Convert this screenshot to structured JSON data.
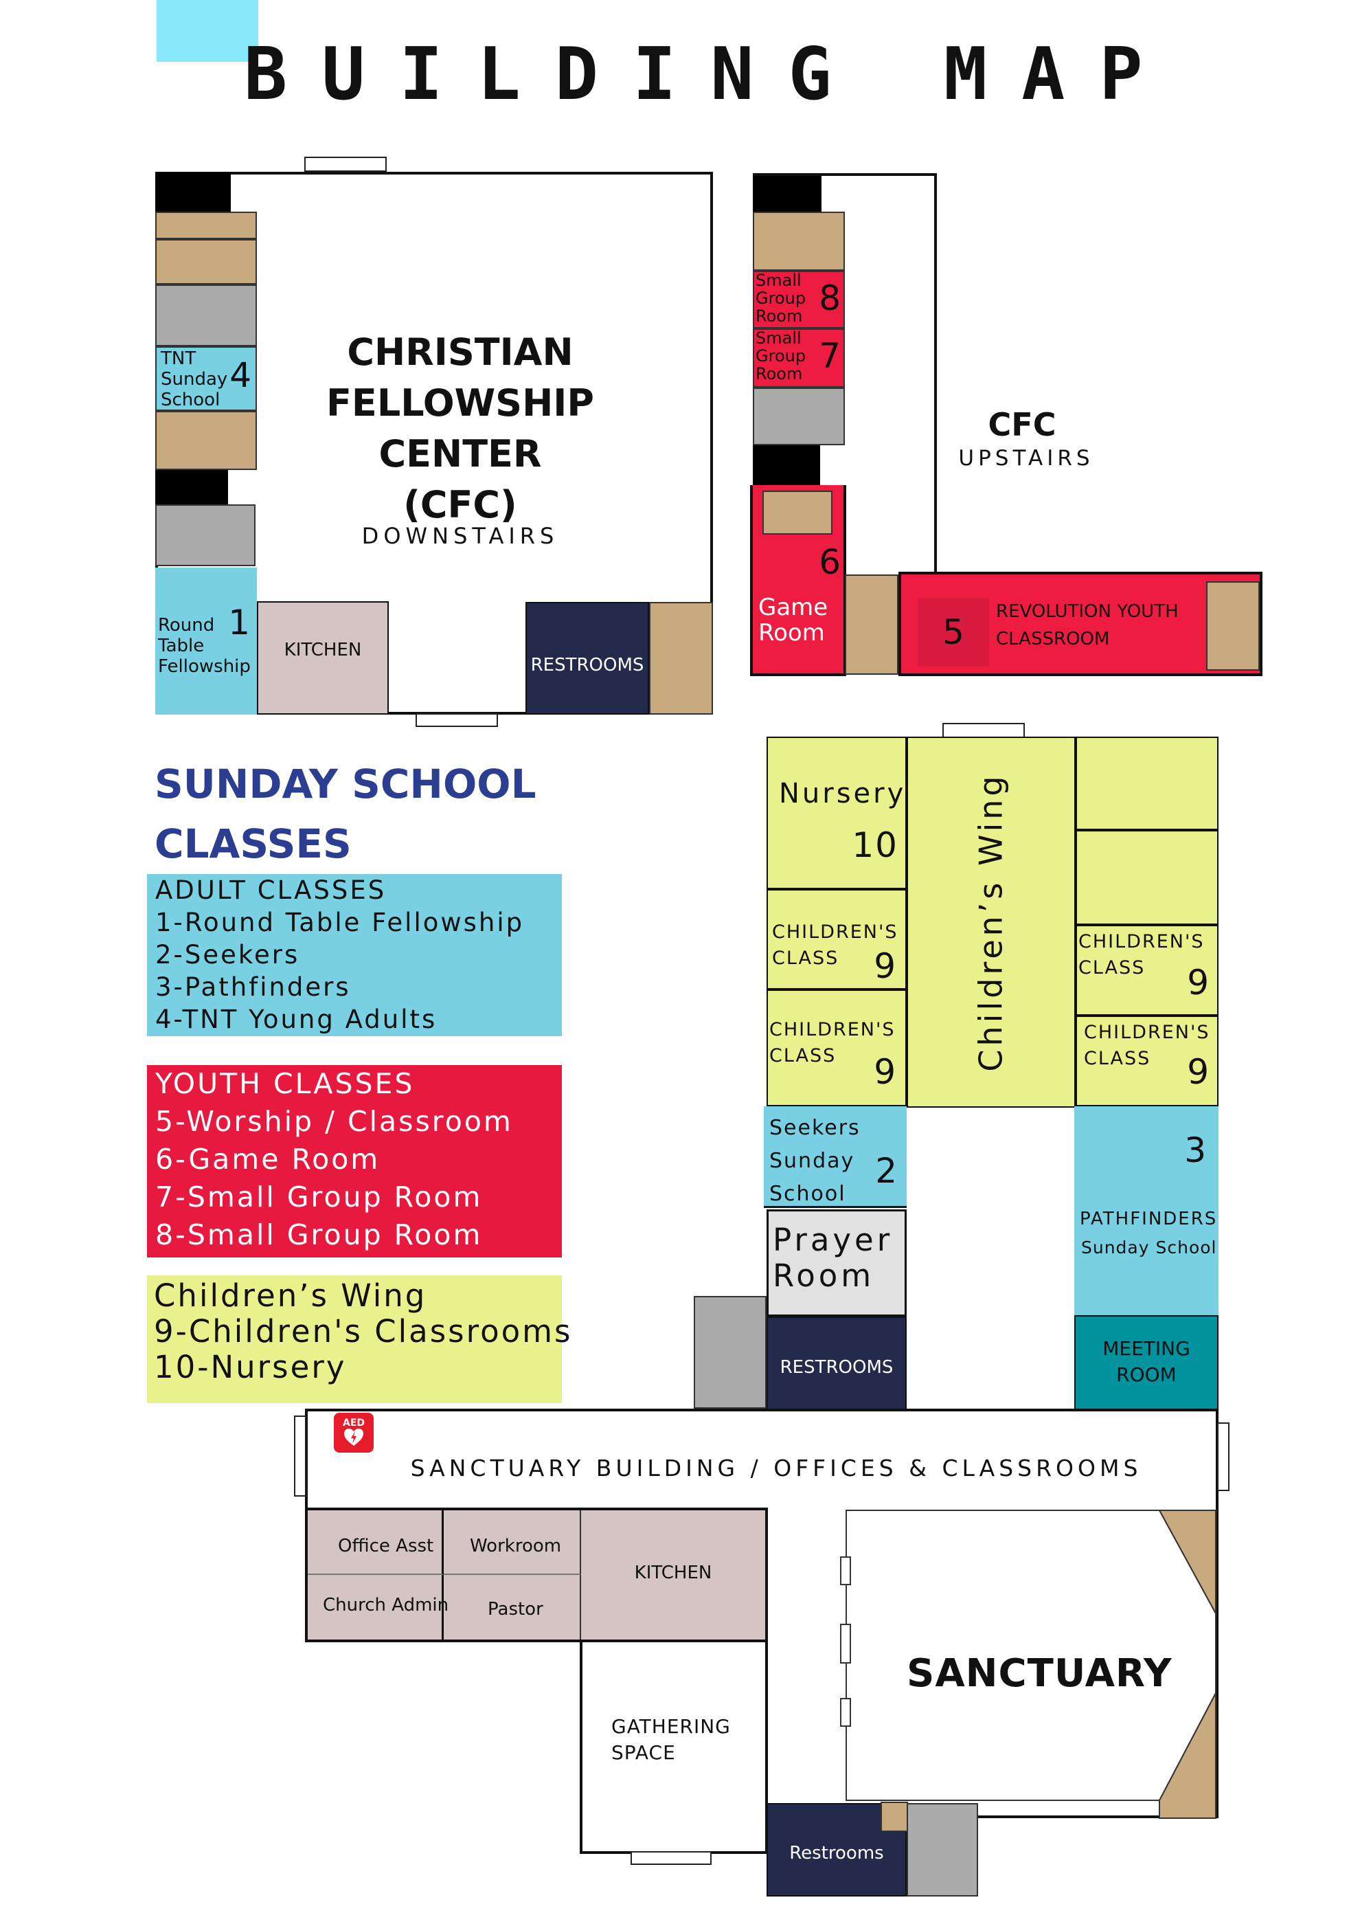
{
  "title": "BUILDING MAP",
  "colors": {
    "adult": "#79d0e2",
    "youth": "#ed1c40",
    "children": "#e7f28c",
    "tan": "#c9a97e",
    "gray": "#aaaaaa",
    "office": "#d4c4c4",
    "restroom": "#232a4c",
    "meeting": "#00939e",
    "heading": "#2c3e91",
    "title_accent": "#87e8fa"
  },
  "cfc": {
    "line1": "CHRISTIAN",
    "line2": "FELLOWSHIP",
    "line3": "CENTER",
    "line4": "(CFC)",
    "downstairs": "DOWNSTAIRS",
    "tnt_l1": "TNT",
    "tnt_l2": "Sunday",
    "tnt_l3": "School",
    "tnt_num": "4",
    "rt_l1": "Round",
    "rt_l2": "Table",
    "rt_l3": "Fellowship",
    "rt_num": "1",
    "kitchen": "KITCHEN",
    "restrooms": "RESTROOMS"
  },
  "upstairs": {
    "cfc": "CFC",
    "label": "UPSTAIRS",
    "sg8_l1": "Small",
    "sg8_l2": "Group",
    "sg8_l3": "Room",
    "sg8_num": "8",
    "sg7_l1": "Small",
    "sg7_l2": "Group",
    "sg7_l3": "Room",
    "sg7_num": "7",
    "game_num": "6",
    "game_l1": "Game",
    "game_l2": "Room",
    "rev_num": "5",
    "rev_l1": "REVOLUTION YOUTH",
    "rev_l2": "CLASSROOM"
  },
  "legend": {
    "heading_l1": "SUNDAY SCHOOL",
    "heading_l2": "CLASSES",
    "adult": [
      "ADULT CLASSES",
      "1-Round Table Fellowship",
      "2-Seekers",
      "3-Pathfinders",
      "4-TNT Young Adults"
    ],
    "youth": [
      "YOUTH CLASSES",
      "5-Worship / Classroom",
      "6-Game Room",
      "7-Small Group Room",
      "8-Small Group Room"
    ],
    "children": [
      "Children’s Wing",
      "9-Children's Classrooms",
      "10-Nursery"
    ]
  },
  "children_wing": {
    "nursery": "Nursery",
    "nursery_num": "10",
    "wing_label": "Children’s Wing",
    "class_l1": "CHILDREN'S",
    "class_l2": "CLASS",
    "class_num": "9"
  },
  "seekers": {
    "l1": "Seekers",
    "l2": "Sunday",
    "l3": "School",
    "num": "2"
  },
  "pathfinders": {
    "num": "3",
    "l1": "PATHFINDERS",
    "l2": "Sunday School"
  },
  "prayer": {
    "l1": "Prayer",
    "l2": "Room"
  },
  "restrooms_mid": "RESTROOMS",
  "meeting": {
    "l1": "MEETING",
    "l2": "ROOM"
  },
  "sanctuary_building": {
    "label": "SANCTUARY BUILDING / OFFICES & CLASSROOMS",
    "aed": "AED",
    "office_asst": "Office Asst",
    "church_admin": "Church Admin",
    "workroom": "Workroom",
    "pastor": "Pastor",
    "kitchen": "KITCHEN",
    "gathering_l1": "GATHERING",
    "gathering_l2": "SPACE",
    "sanctuary": "SANCTUARY",
    "restrooms": "Restrooms"
  }
}
